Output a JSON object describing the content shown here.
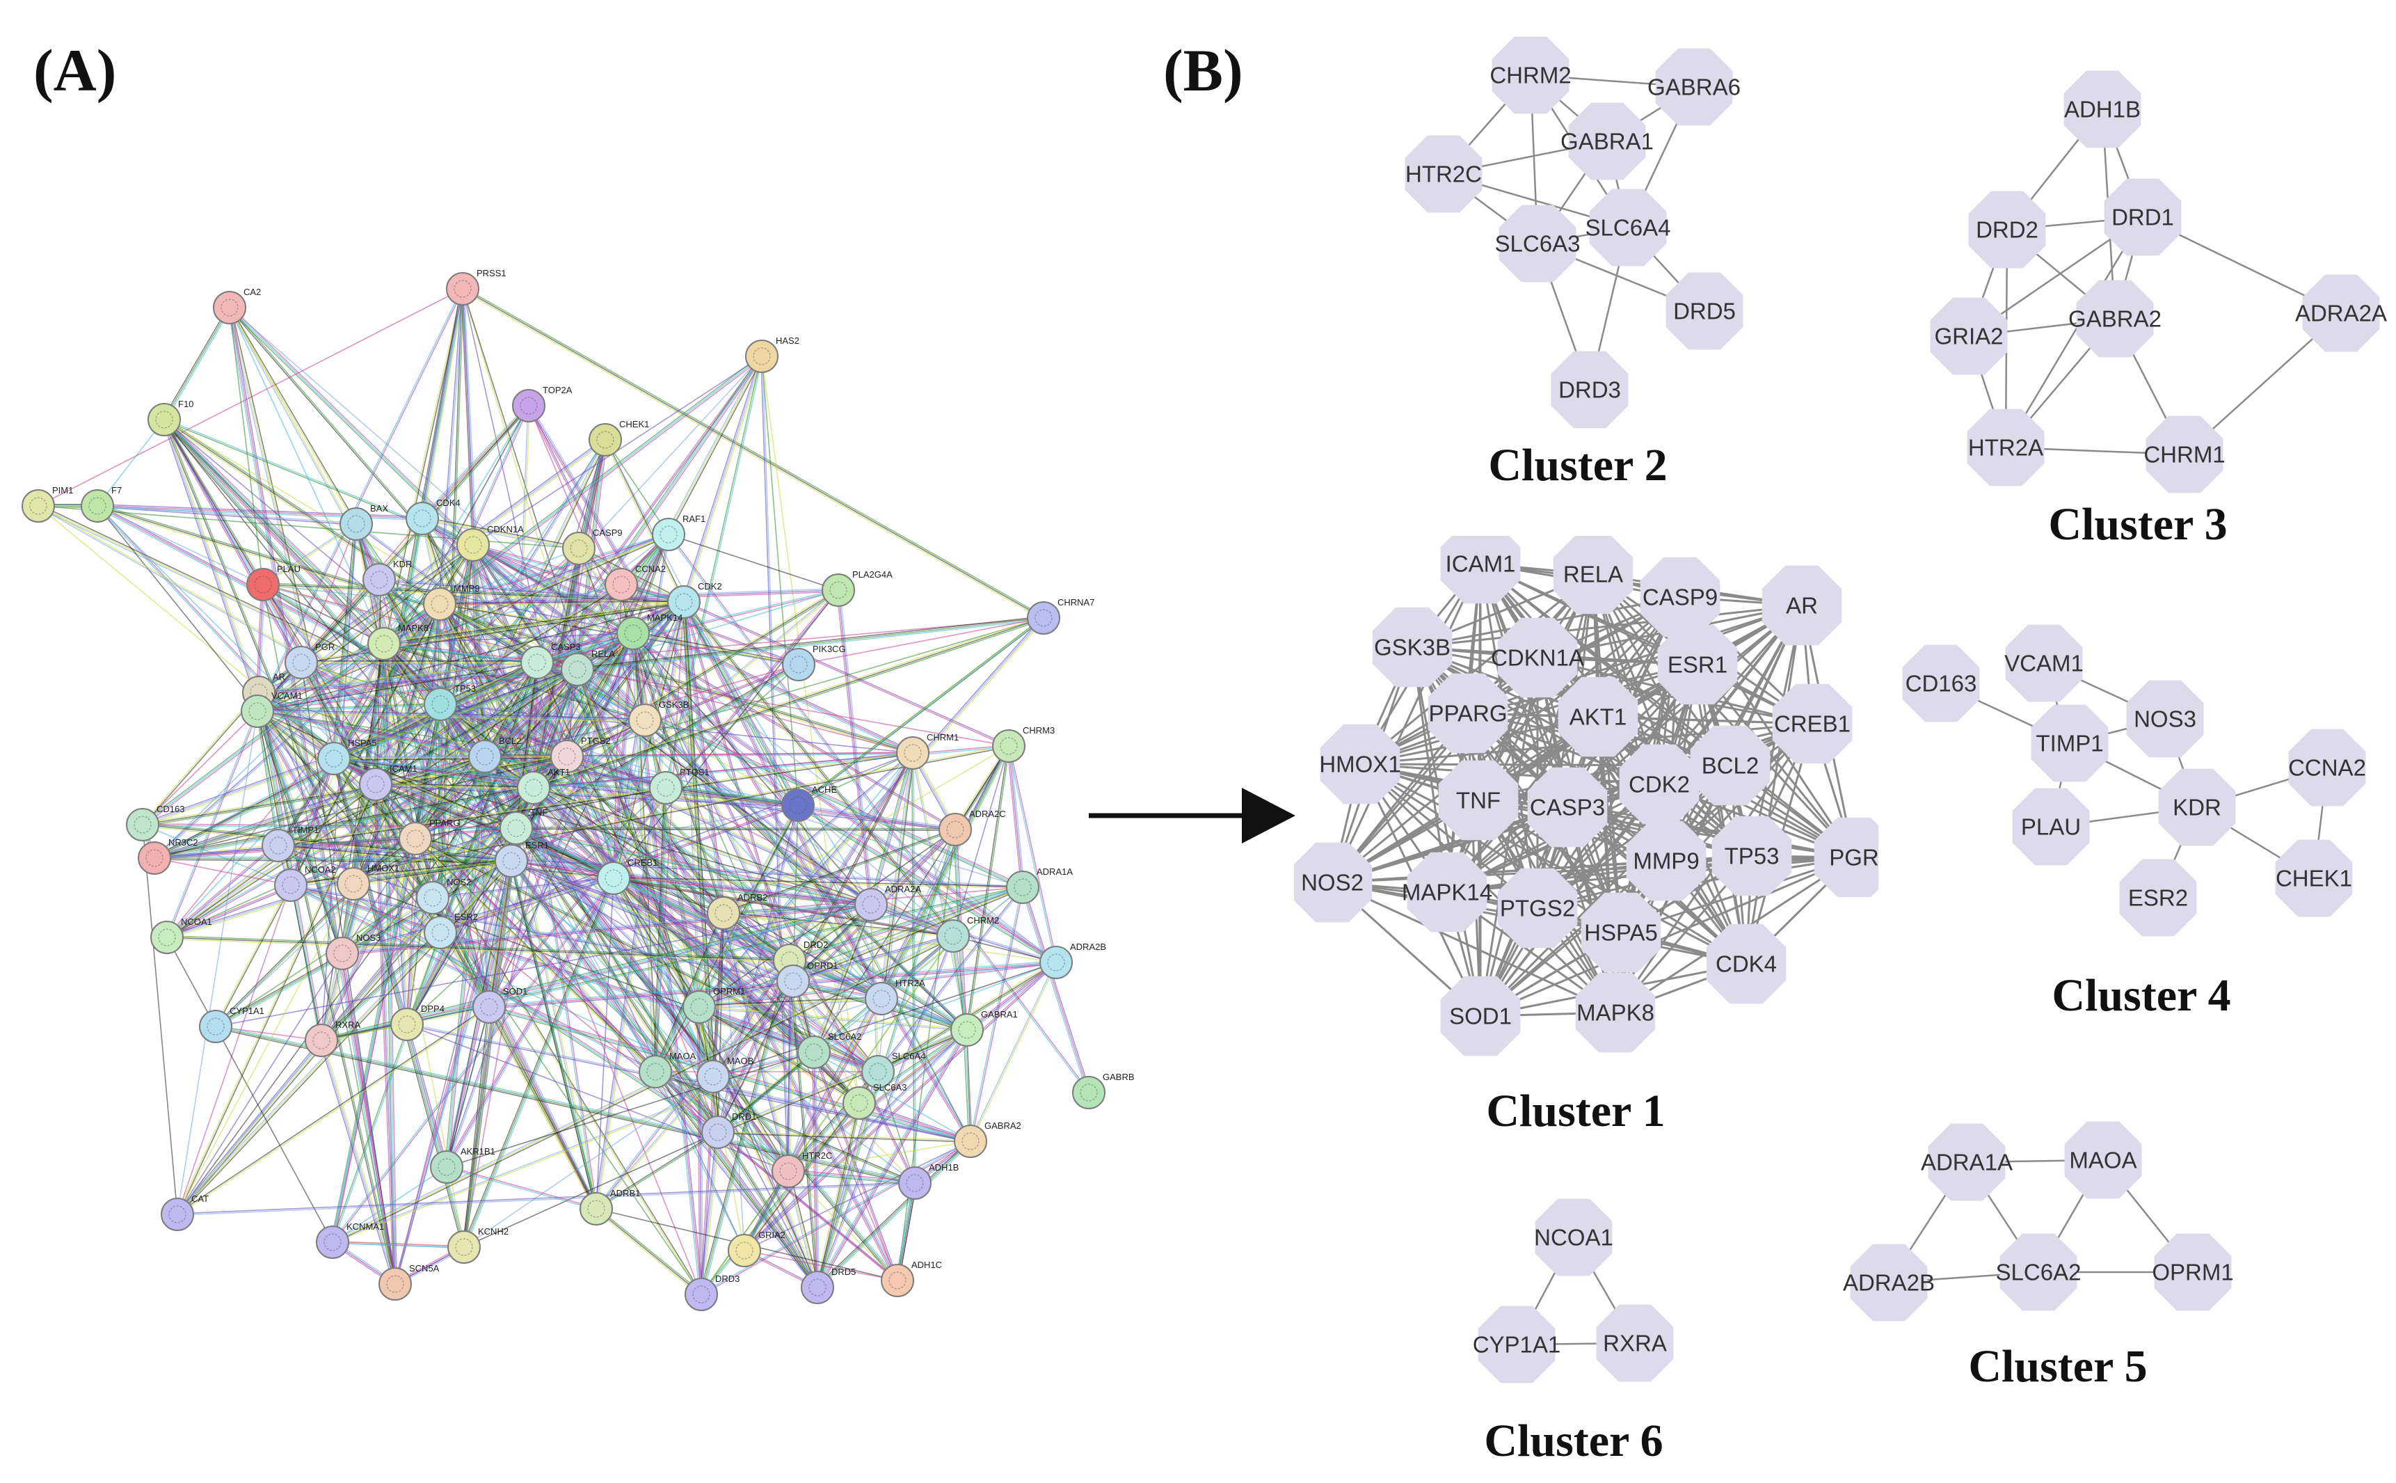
{
  "panels": {
    "a_label": "(A)",
    "b_label": "(B)"
  },
  "ppi_network": {
    "nodes": [
      {
        "id": "CA2",
        "c": "#f2b8b8"
      },
      {
        "id": "PRSS1",
        "c": "#f2b8b8"
      },
      {
        "id": "HAS2",
        "c": "#efd7a3"
      },
      {
        "id": "TOP2A",
        "c": "#c7a4ea"
      },
      {
        "id": "CHEK1",
        "c": "#d8de98"
      },
      {
        "id": "F10",
        "c": "#d2e6a0"
      },
      {
        "id": "PIM1",
        "c": "#dfe6a8"
      },
      {
        "id": "F7",
        "c": "#bfe6a8"
      },
      {
        "id": "BAX",
        "c": "#b4ddea"
      },
      {
        "id": "CDK4",
        "c": "#b4e4ee"
      },
      {
        "id": "CDKN1A",
        "c": "#e6e6a0"
      },
      {
        "id": "CASP9",
        "c": "#dfe3a8"
      },
      {
        "id": "RAF1",
        "c": "#bff0f0"
      },
      {
        "id": "PLAU",
        "c": "#f06b6b"
      },
      {
        "id": "KDR",
        "c": "#c8c8f0"
      },
      {
        "id": "MMP9",
        "c": "#f0dcb4"
      },
      {
        "id": "CCNA2",
        "c": "#f5c0c0"
      },
      {
        "id": "CDK2",
        "c": "#b4e4ee"
      },
      {
        "id": "MAPK14",
        "c": "#a8e0a8"
      },
      {
        "id": "PLA2G4A",
        "c": "#bfe6b0"
      },
      {
        "id": "CHRNA7",
        "c": "#b8bff0"
      },
      {
        "id": "MAPK8",
        "c": "#d2eab4"
      },
      {
        "id": "PGR",
        "c": "#c8d8f0"
      },
      {
        "id": "AR",
        "c": "#e0d8c0"
      },
      {
        "id": "TP53",
        "c": "#9fdfdf"
      },
      {
        "id": "CASP3",
        "c": "#c8ecd8"
      },
      {
        "id": "RELA",
        "c": "#c0e0d0"
      },
      {
        "id": "PIK3CG",
        "c": "#b4d8f0"
      },
      {
        "id": "GSK3B",
        "c": "#f0e0c0"
      },
      {
        "id": "BCL2",
        "c": "#b8d4f0"
      },
      {
        "id": "PTGS2",
        "c": "#f0d8d8"
      },
      {
        "id": "VCAM1",
        "c": "#bfe6c0"
      },
      {
        "id": "HSPA5",
        "c": "#b4e0f0"
      },
      {
        "id": "ICAM1",
        "c": "#c8c8f0"
      },
      {
        "id": "AKT1",
        "c": "#c8ecd8"
      },
      {
        "id": "PTGS1",
        "c": "#c8ecd8"
      },
      {
        "id": "CHRM1",
        "c": "#efdcb8"
      },
      {
        "id": "CHRM3",
        "c": "#c8e8b8"
      },
      {
        "id": "ACHE",
        "c": "#6a74c8"
      },
      {
        "id": "CD163",
        "c": "#bfe6c8"
      },
      {
        "id": "NR3C2",
        "c": "#f2b0b0"
      },
      {
        "id": "TIMP1",
        "c": "#c8d0f0"
      },
      {
        "id": "PPARG",
        "c": "#f0d8c0"
      },
      {
        "id": "TNF",
        "c": "#c8ecd8"
      },
      {
        "id": "CREB1",
        "c": "#bff0f0"
      },
      {
        "id": "ADRA2C",
        "c": "#f0c8b0"
      },
      {
        "id": "NCOA2",
        "c": "#c8c8f0"
      },
      {
        "id": "HMOX1",
        "c": "#f0d8c0"
      },
      {
        "id": "ESR1",
        "c": "#c8d8f0"
      },
      {
        "id": "ADRB2",
        "c": "#e8e0b0"
      },
      {
        "id": "ADRA1A",
        "c": "#b4e0c8"
      },
      {
        "id": "NCOA1",
        "c": "#c8ecc0"
      },
      {
        "id": "NOS3",
        "c": "#f0c8c8"
      },
      {
        "id": "NOS2",
        "c": "#c8e4f0"
      },
      {
        "id": "ESR2",
        "c": "#c8e4f0"
      },
      {
        "id": "ADRA2A",
        "c": "#c8c8f0"
      },
      {
        "id": "DRD2",
        "c": "#d8e8b8"
      },
      {
        "id": "CHRM2",
        "c": "#b4e0d8"
      },
      {
        "id": "ADRA2B",
        "c": "#b4e4ee"
      },
      {
        "id": "CYP1A1",
        "c": "#b4ddf0"
      },
      {
        "id": "RXRA",
        "c": "#f0c8c8"
      },
      {
        "id": "DPP4",
        "c": "#e6e6b0"
      },
      {
        "id": "SOD1",
        "c": "#c8c8f0"
      },
      {
        "id": "OPRM1",
        "c": "#b4e0c8"
      },
      {
        "id": "OPRD1",
        "c": "#c8d8f0"
      },
      {
        "id": "HTR2A",
        "c": "#c8d8f0"
      },
      {
        "id": "GABRA1",
        "c": "#c8ecc0"
      },
      {
        "id": "SLC6A2",
        "c": "#b4e0c8"
      },
      {
        "id": "SLC6A4",
        "c": "#b4e0d8"
      },
      {
        "id": "MAOA",
        "c": "#b4e0c8"
      },
      {
        "id": "MAOB",
        "c": "#c8d8f0"
      },
      {
        "id": "SLC6A3",
        "c": "#c8e8b8"
      },
      {
        "id": "GABRB",
        "c": "#b4e4b8"
      },
      {
        "id": "GABRA2",
        "c": "#f0d8b0"
      },
      {
        "id": "DRD1",
        "c": "#c8d0f0"
      },
      {
        "id": "HTR2C",
        "c": "#f0c0c0"
      },
      {
        "id": "ADH1B",
        "c": "#c0b8f0"
      },
      {
        "id": "AKR1B1",
        "c": "#b4e0c8"
      },
      {
        "id": "ADRB1",
        "c": "#d8e8b8"
      },
      {
        "id": "CAT",
        "c": "#c0b8f0"
      },
      {
        "id": "KCNMA1",
        "c": "#c0b8f0"
      },
      {
        "id": "KCNH2",
        "c": "#e6e6b0"
      },
      {
        "id": "SCN5A",
        "c": "#f0c8b0"
      },
      {
        "id": "GRIA2",
        "c": "#efe6a8"
      },
      {
        "id": "DRD3",
        "c": "#c0b8f0"
      },
      {
        "id": "DRD5",
        "c": "#c0b8f0"
      },
      {
        "id": "ADH1C",
        "c": "#f5c8b0"
      }
    ]
  },
  "clusters": [
    {
      "title": "Cluster 1",
      "nodes": [
        "ICAM1",
        "RELA",
        "CASP9",
        "AR",
        "GSK3B",
        "CDKN1A",
        "ESR1",
        "CREB1",
        "PPARG",
        "AKT1",
        "BCL2",
        "HMOX1",
        "TNF",
        "CASP3",
        "CDK2",
        "PGR",
        "NOS2",
        "MAPK14",
        "PTGS2",
        "MMP9",
        "TP53",
        "HSPA5",
        "CDK4",
        "SOD1",
        "MAPK8"
      ],
      "edges": "dense"
    },
    {
      "title": "Cluster 2",
      "nodes": [
        "CHRM2",
        "GABRA6",
        "GABRA1",
        "HTR2C",
        "SLC6A3",
        "SLC6A4",
        "DRD5",
        "DRD3"
      ],
      "edges": [
        [
          "CHRM2",
          "GABRA6"
        ],
        [
          "CHRM2",
          "GABRA1"
        ],
        [
          "CHRM2",
          "HTR2C"
        ],
        [
          "CHRM2",
          "SLC6A3"
        ],
        [
          "CHRM2",
          "SLC6A4"
        ],
        [
          "GABRA6",
          "GABRA1"
        ],
        [
          "GABRA6",
          "SLC6A4"
        ],
        [
          "GABRA1",
          "HTR2C"
        ],
        [
          "GABRA1",
          "SLC6A3"
        ],
        [
          "GABRA1",
          "SLC6A4"
        ],
        [
          "HTR2C",
          "SLC6A3"
        ],
        [
          "HTR2C",
          "SLC6A4"
        ],
        [
          "SLC6A3",
          "SLC6A4"
        ],
        [
          "SLC6A3",
          "DRD3"
        ],
        [
          "SLC6A4",
          "DRD5"
        ],
        [
          "SLC6A4",
          "DRD3"
        ],
        [
          "SLC6A3",
          "DRD5"
        ]
      ]
    },
    {
      "title": "Cluster 3",
      "nodes": [
        "ADH1B",
        "DRD2",
        "DRD1",
        "GRIA2",
        "GABRA2",
        "ADRA2A",
        "HTR2A",
        "CHRM1"
      ],
      "edges": [
        [
          "ADH1B",
          "DRD2"
        ],
        [
          "ADH1B",
          "DRD1"
        ],
        [
          "ADH1B",
          "GABRA2"
        ],
        [
          "DRD2",
          "DRD1"
        ],
        [
          "DRD2",
          "GRIA2"
        ],
        [
          "DRD2",
          "GABRA2"
        ],
        [
          "DRD2",
          "HTR2A"
        ],
        [
          "DRD1",
          "GRIA2"
        ],
        [
          "DRD1",
          "GABRA2"
        ],
        [
          "DRD1",
          "HTR2A"
        ],
        [
          "DRD1",
          "ADRA2A"
        ],
        [
          "GRIA2",
          "GABRA2"
        ],
        [
          "GRIA2",
          "HTR2A"
        ],
        [
          "GABRA2",
          "HTR2A"
        ],
        [
          "GABRA2",
          "CHRM1"
        ],
        [
          "HTR2A",
          "CHRM1"
        ],
        [
          "ADRA2A",
          "CHRM1"
        ]
      ]
    },
    {
      "title": "Cluster 4",
      "nodes": [
        "CD163",
        "VCAM1",
        "NOS3",
        "TIMP1",
        "PLAU",
        "KDR",
        "CCNA2",
        "ESR2",
        "CHEK1"
      ],
      "edges": [
        [
          "CD163",
          "TIMP1"
        ],
        [
          "VCAM1",
          "TIMP1"
        ],
        [
          "VCAM1",
          "NOS3"
        ],
        [
          "TIMP1",
          "NOS3"
        ],
        [
          "TIMP1",
          "PLAU"
        ],
        [
          "TIMP1",
          "KDR"
        ],
        [
          "NOS3",
          "KDR"
        ],
        [
          "PLAU",
          "KDR"
        ],
        [
          "KDR",
          "CCNA2"
        ],
        [
          "KDR",
          "ESR2"
        ],
        [
          "KDR",
          "CHEK1"
        ],
        [
          "CCNA2",
          "CHEK1"
        ]
      ]
    },
    {
      "title": "Cluster 5",
      "nodes": [
        "ADRA1A",
        "MAOA",
        "ADRA2B",
        "SLC6A2",
        "OPRM1"
      ],
      "edges": [
        [
          "ADRA1A",
          "MAOA"
        ],
        [
          "ADRA1A",
          "ADRA2B"
        ],
        [
          "ADRA1A",
          "SLC6A2"
        ],
        [
          "MAOA",
          "SLC6A2"
        ],
        [
          "MAOA",
          "OPRM1"
        ],
        [
          "ADRA2B",
          "SLC6A2"
        ],
        [
          "SLC6A2",
          "OPRM1"
        ]
      ]
    },
    {
      "title": "Cluster 6",
      "nodes": [
        "NCOA1",
        "CYP1A1",
        "RXRA"
      ],
      "edges": [
        [
          "NCOA1",
          "CYP1A1"
        ],
        [
          "NCOA1",
          "RXRA"
        ],
        [
          "CYP1A1",
          "RXRA"
        ]
      ]
    }
  ],
  "colors": {
    "octagon_fill": "#dcdaeb",
    "edge": "#8a8a8a",
    "arrow": "#111111"
  }
}
